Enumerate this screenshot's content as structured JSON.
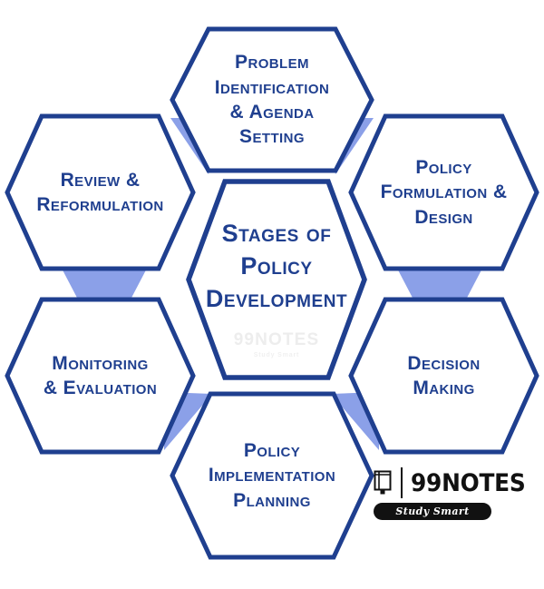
{
  "diagram": {
    "title": "Stages of Policy Development",
    "type": "hexagon-cycle-diagram",
    "colors": {
      "hex_stroke": "#1F3F8F",
      "hex_fill": "#FFFFFF",
      "connector": "#8BA0E8",
      "text": "#1F3F8F",
      "background": "#FFFFFF",
      "logo": "#111111"
    },
    "center": {
      "name": "stages-of-policy-development",
      "lines": [
        "Stages of",
        "Policy",
        "Development"
      ],
      "watermark": "99NOTES",
      "watermark_sub": "Study Smart"
    },
    "stages": [
      {
        "id": "problem-identification",
        "position": "top",
        "lines": [
          "Problem",
          "Identification",
          "& Agenda",
          "Setting"
        ]
      },
      {
        "id": "policy-formulation",
        "position": "top-right",
        "lines": [
          "Policy",
          "Formulation &",
          "Design"
        ]
      },
      {
        "id": "decision-making",
        "position": "bottom-right",
        "lines": [
          "Decision",
          "Making"
        ]
      },
      {
        "id": "policy-implementation-planning",
        "position": "bottom",
        "lines": [
          "Policy",
          "Implementation",
          "Planning"
        ]
      },
      {
        "id": "monitoring-evaluation",
        "position": "bottom-left",
        "lines": [
          "Monitoring",
          "& Evaluation"
        ]
      },
      {
        "id": "review-reformulation",
        "position": "top-left",
        "lines": [
          "Review &",
          "Reformulation"
        ]
      }
    ],
    "connectors": [
      {
        "id": "connector-top-to-top-right",
        "from": "problem-identification",
        "to": "policy-formulation"
      },
      {
        "id": "connector-top-right-to-bottom-right",
        "from": "policy-formulation",
        "to": "decision-making"
      },
      {
        "id": "connector-bottom-right-to-bottom",
        "from": "decision-making",
        "to": "policy-implementation-planning"
      },
      {
        "id": "connector-bottom-to-bottom-left",
        "from": "policy-implementation-planning",
        "to": "monitoring-evaluation"
      },
      {
        "id": "connector-bottom-left-to-top-left",
        "from": "monitoring-evaluation",
        "to": "review-reformulation"
      },
      {
        "id": "connector-top-left-to-top",
        "from": "review-reformulation",
        "to": "problem-identification"
      }
    ],
    "brand": {
      "name": "99NOTES",
      "tagline": "Study Smart",
      "icon": "book-icon"
    }
  }
}
